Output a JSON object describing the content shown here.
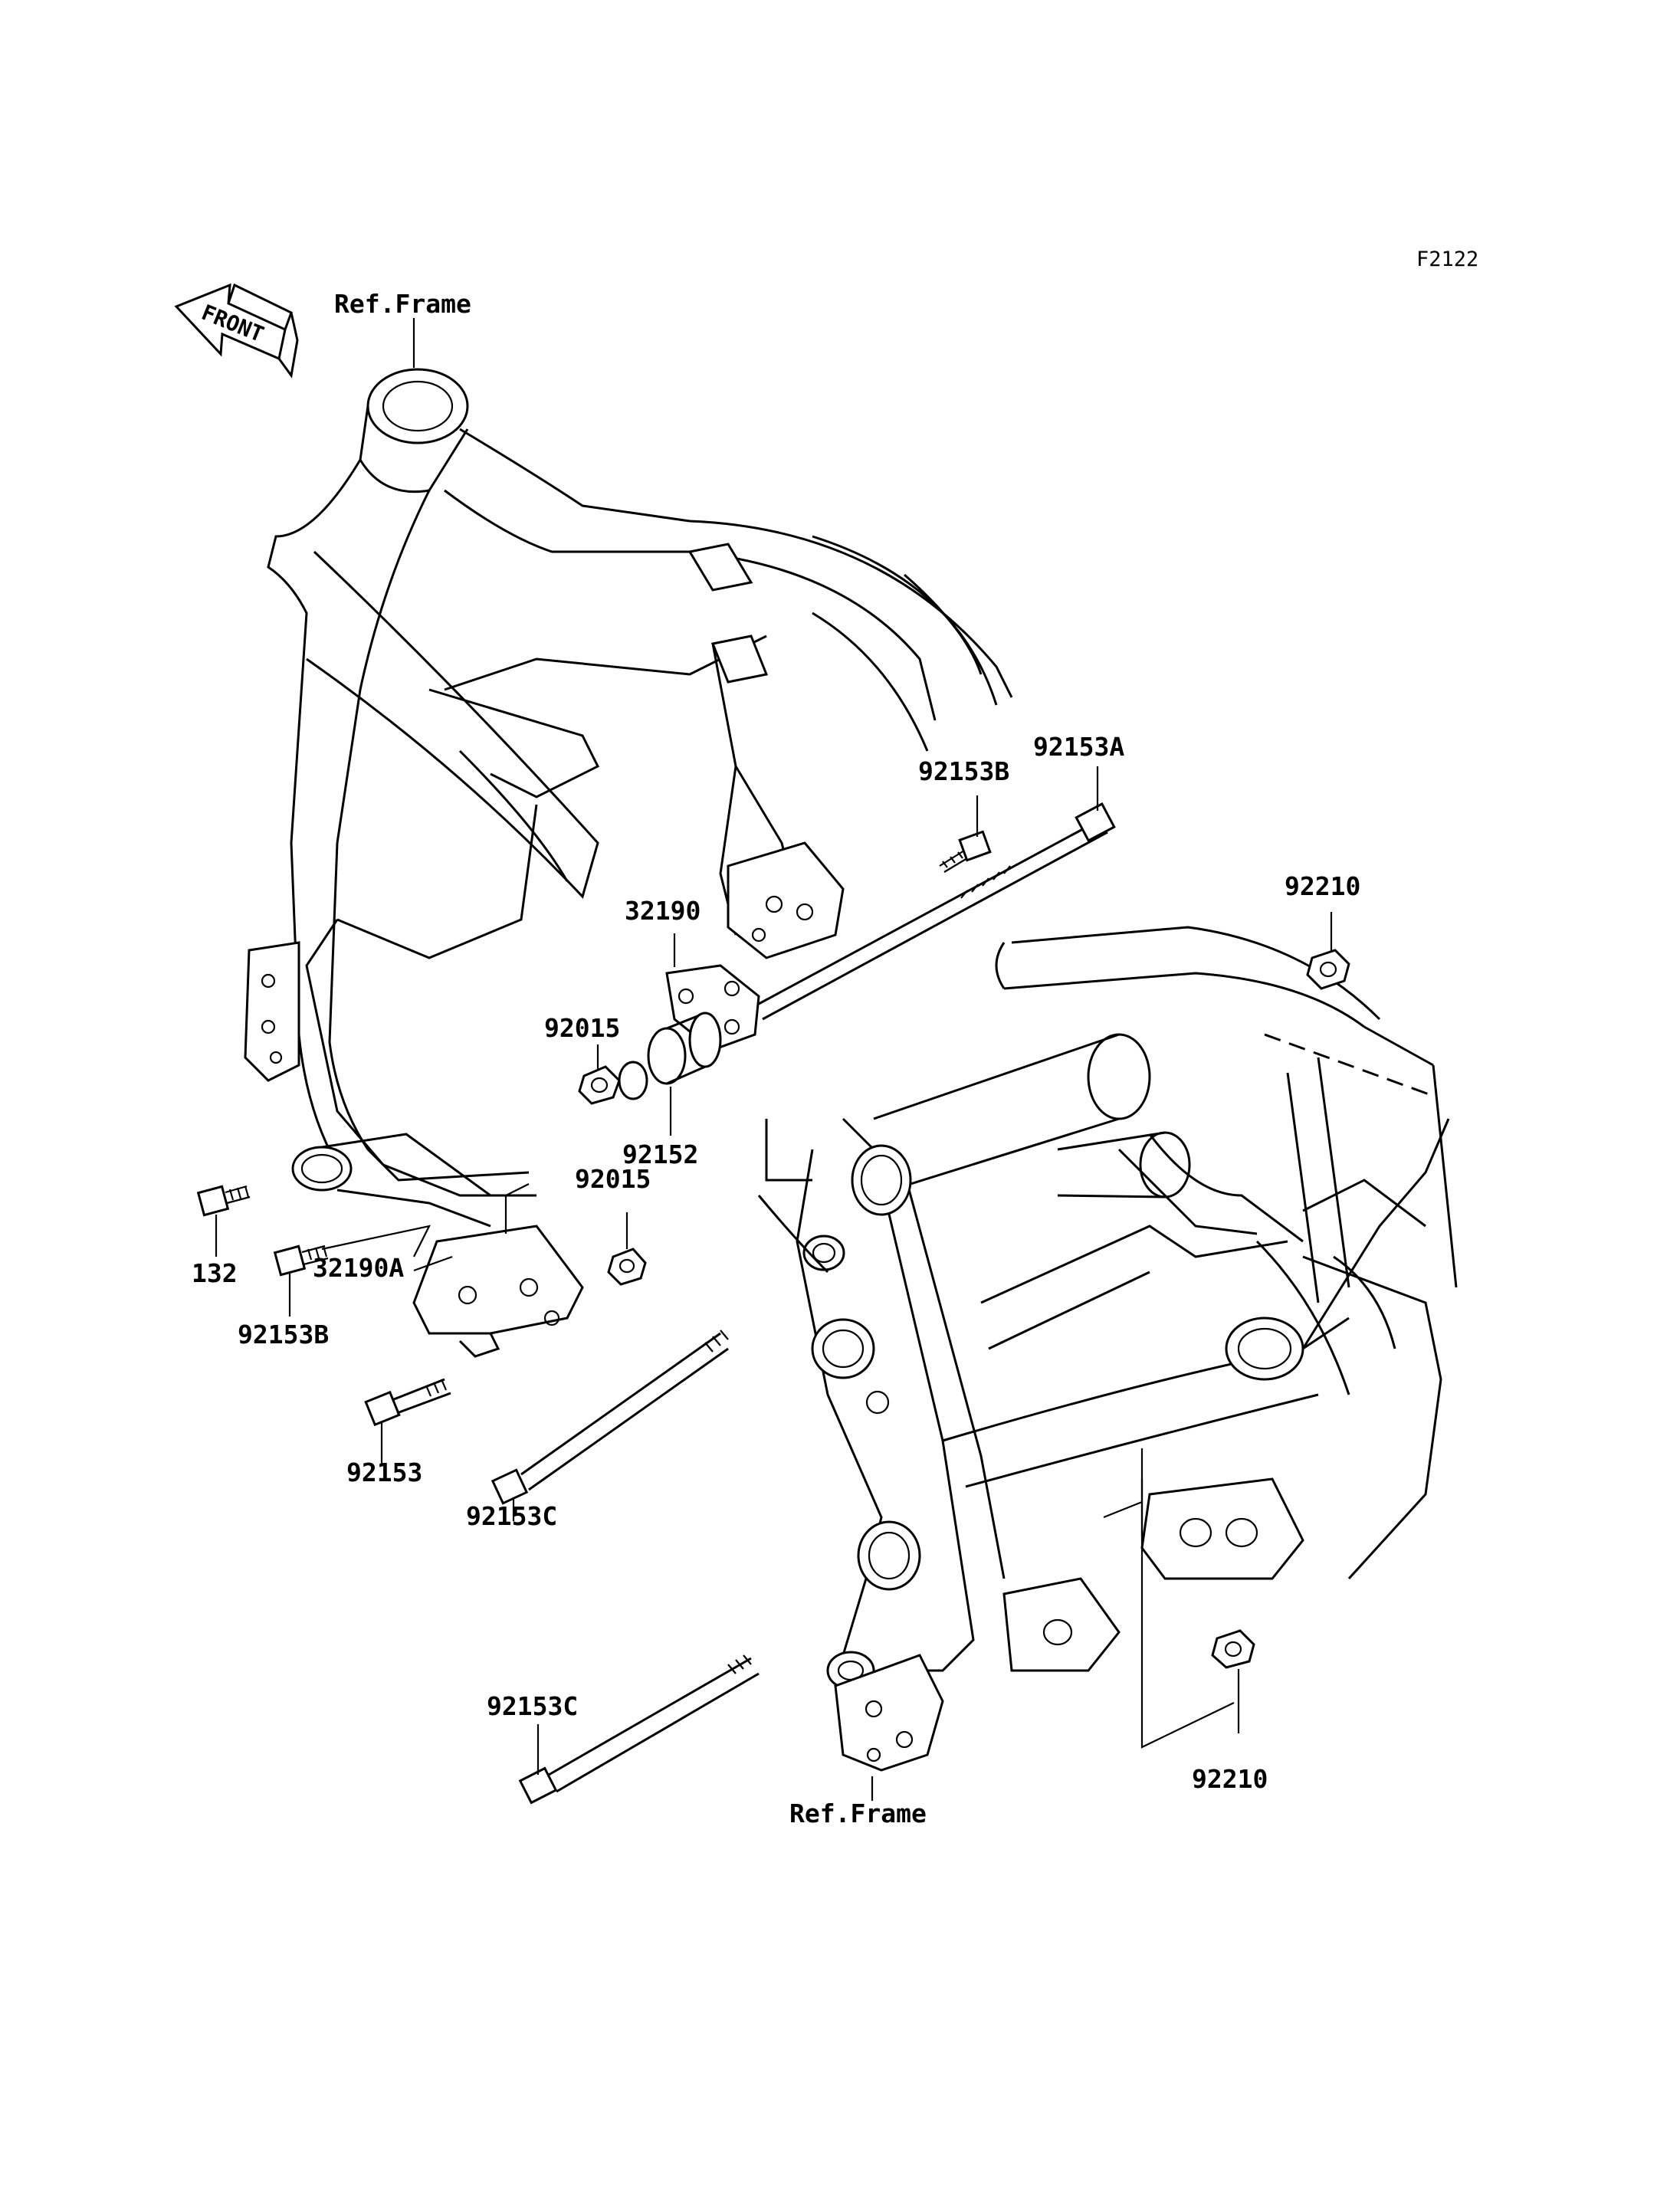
{
  "figure_code": "F2122",
  "front_label": "FRONT",
  "labels": {
    "ref_frame_top": "Ref.Frame",
    "ref_frame_bottom": "Ref.Frame",
    "p92153A": "92153A",
    "p92153B_top": "92153B",
    "p92210_top": "92210",
    "p32190": "32190",
    "p92015_upper": "92015",
    "p92152": "92152",
    "p92015_lower": "92015",
    "p132": "132",
    "p32190A": "32190A",
    "p92153B_left": "92153B",
    "p92153": "92153",
    "p92153C_mid": "92153C",
    "p92153C_bottom": "92153C",
    "p92210_bottom": "92210"
  }
}
